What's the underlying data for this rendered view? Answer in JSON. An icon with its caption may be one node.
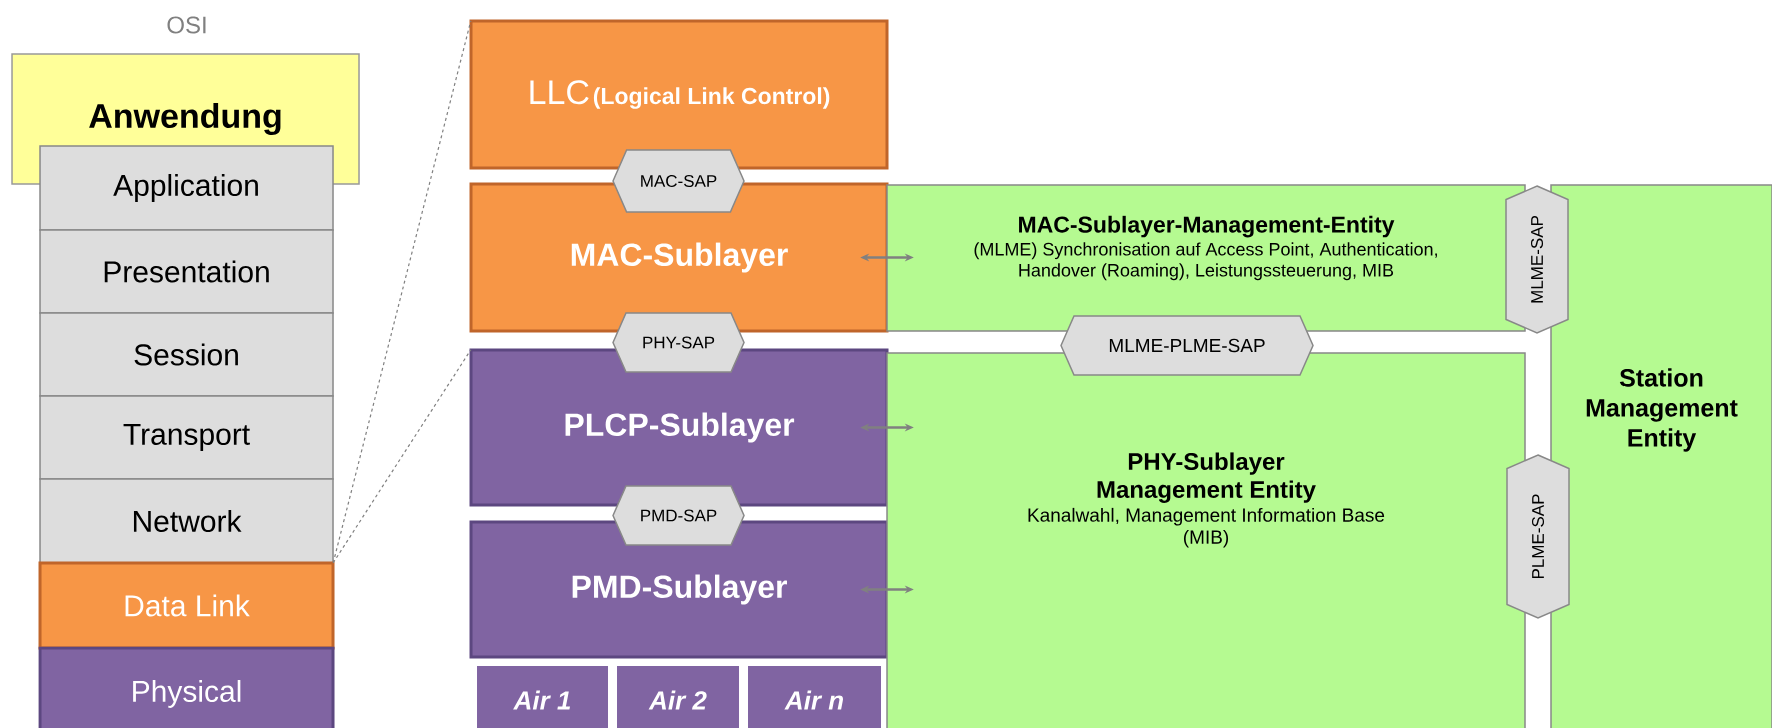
{
  "diagram": {
    "nodes": [
      {
        "text": [
          "Anwendung"
        ]
      },
      {
        "text": [
          "Application"
        ]
      },
      {
        "text": [
          "Presentation"
        ]
      },
      {
        "text": [
          "Session"
        ]
      },
      {
        "text": [
          "Transport"
        ]
      },
      {
        "text": [
          "Network"
        ]
      },
      {
        "text": [
          "Data Link"
        ]
      },
      {
        "text": [
          "Physical"
        ]
      },
      {
        "text": [
          "LLC",
          "(Logical Link Control)"
        ]
      },
      {
        "text": [
          "MAC-SAP"
        ]
      },
      {
        "text": [
          "MAC-Sublayer"
        ]
      },
      {
        "text": [
          "PHY-SAP"
        ]
      },
      {
        "text": [
          "PLCP-Sublayer"
        ]
      },
      {
        "text": [
          "PMD-SAP"
        ]
      },
      {
        "text": [
          "PMD-Sublayer"
        ]
      },
      {
        "text": [
          "Air 1"
        ]
      },
      {
        "text": [
          "Air 2"
        ]
      },
      {
        "text": [
          "Air n"
        ]
      },
      {
        "text": [
          "MAC-Sublayer-Management-Entity",
          "(MLME) Synchronisation auf Access Point, Authentication, Handover (Roaming), Leistungssteuerung, MIB"
        ]
      },
      {
        "text": [
          "MLME-SAP"
        ]
      },
      {
        "text": [
          "MLME-PLME-SAP"
        ]
      },
      {
        "text": [
          "PHY-Sublayer Management Entity",
          "Kanalwahl, Management Information Base (MIB)"
        ]
      },
      {
        "text": [
          "PLME-SAP"
        ]
      },
      {
        "text": [
          "Station Management Entity"
        ]
      }
    ],
    "edges": [
      {
        "from": 6,
        "to": 8,
        "arrow": "none",
        "style": "dashed"
      },
      {
        "from": 6,
        "to": 12,
        "arrow": "none",
        "style": "dashed"
      },
      {
        "from": 10,
        "to": 18,
        "arrow": "both"
      },
      {
        "from": 12,
        "to": 21,
        "arrow": "both"
      },
      {
        "from": 14,
        "to": 21,
        "arrow": "both"
      }
    ],
    "labels": [
      "OSI"
    ]
  }
}
